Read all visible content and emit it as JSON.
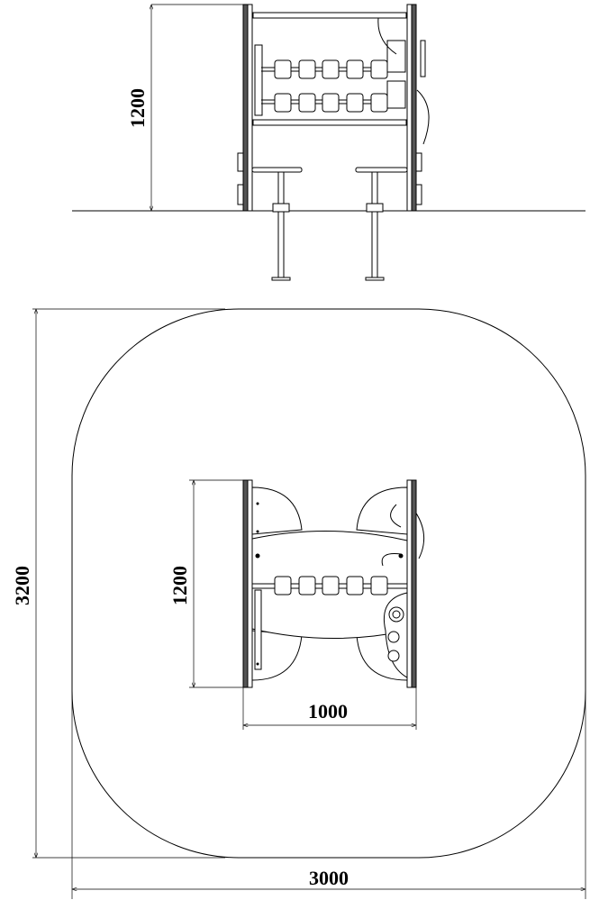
{
  "elevation": {
    "height_dimension": "1200"
  },
  "plan": {
    "area_depth_dimension": "3200",
    "area_width_dimension": "3000",
    "equipment_depth_dimension": "1200",
    "equipment_width_dimension": "1000"
  },
  "colors": {
    "line": "#000000",
    "background": "#ffffff"
  }
}
